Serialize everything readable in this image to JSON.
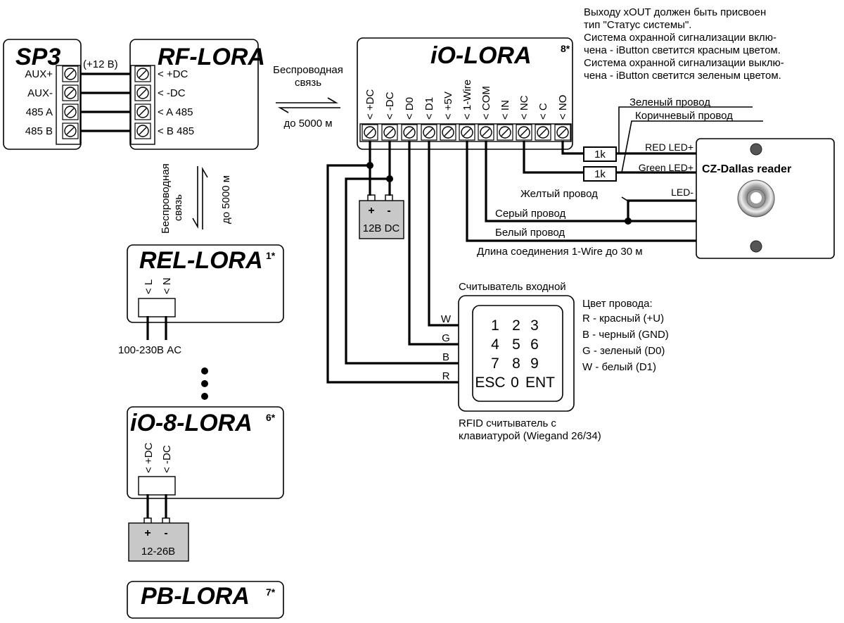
{
  "devices": {
    "sp3": {
      "title": "SP3",
      "terminals": [
        "AUX+",
        "AUX-",
        "485 A",
        "485 B"
      ]
    },
    "rf_lora": {
      "title": "RF-LORA",
      "terminals": [
        "< +DC",
        "< -DC",
        "< A 485",
        "< B 485"
      ]
    },
    "io_lora": {
      "title": "iO-LORA",
      "note": "8*",
      "terminals": [
        "< +DC",
        "< -DC",
        "< D0",
        "< D1",
        "< +5V",
        "< 1-Wire",
        "< COM",
        "< IN",
        "< NC",
        "< C",
        "< NO"
      ]
    },
    "rel_lora": {
      "title": "REL-LORA",
      "note": "1*",
      "terminals": [
        "< L",
        "< N"
      ],
      "supply": "100-230В AC"
    },
    "io8_lora": {
      "title": "iO-8-LORA",
      "note": "6*",
      "terminals": [
        "< +DC",
        "< -DC"
      ]
    },
    "pb_lora": {
      "title": "PB-LORA",
      "note": "7*"
    },
    "psu_12": {
      "plus": "+",
      "minus": "-",
      "label": "12В DC"
    },
    "psu_1226": {
      "plus": "+",
      "minus": "-",
      "label": "12-26В"
    },
    "dallas": {
      "title": "CZ-Dallas reader",
      "pins": [
        "RED LED+",
        "Green LED+",
        "LED-"
      ]
    },
    "keypad": {
      "caption_top": "Считыватель входной",
      "wires": [
        "W",
        "G",
        "B",
        "R"
      ],
      "keys": [
        [
          "1",
          "2",
          "3"
        ],
        [
          "4",
          "5",
          "6"
        ],
        [
          "7",
          "8",
          "9"
        ],
        [
          "ESC",
          "0",
          "ENT"
        ]
      ],
      "caption_bottom": [
        "RFID считыватель с",
        "клавиатурой (Wiegand 26/34)"
      ]
    }
  },
  "labels": {
    "voltage_12": "(+12 В)",
    "wireless_h": [
      "Беспроводная",
      "связь"
    ],
    "range_h": "до 5000 м",
    "wireless_v": [
      "Беспроводная",
      "связь"
    ],
    "range_v": "до 5000 м",
    "resistor": "1k",
    "green_wire": "Зеленый провод",
    "brown_wire": "Коричневый провод",
    "yellow_wire": "Желтый провод",
    "gray_wire": "Серый провод",
    "white_wire": "Белый провод",
    "onewire_len": "Длина соединения 1-Wire до 30 м",
    "wire_colors_title": "Цвет провода:",
    "wire_colors": [
      "R - красный (+U)",
      "B - черный (GND)",
      "G - зеленый (D0)",
      "W - белый (D1)"
    ],
    "ellipsis": "⋮"
  },
  "note_top_right": [
    "Выходу xOUT должен быть присвоен",
    "тип \"Статус системы\".",
    "Система охранной сигнализации вклю-",
    "чена - iButton светится красным цветом.",
    "Система охранной сигнализации выклю-",
    "чена - iButton светится зеленым цветом."
  ]
}
